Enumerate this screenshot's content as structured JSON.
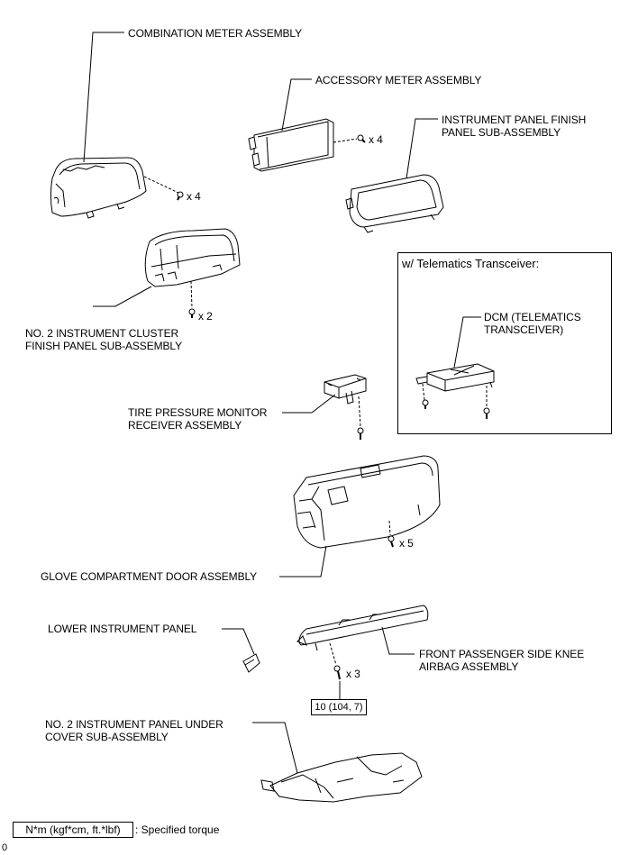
{
  "labels": {
    "combination_meter": "COMBINATION METER ASSEMBLY",
    "accessory_meter": "ACCESSORY METER ASSEMBLY",
    "ip_finish_panel": "INSTRUMENT PANEL FINISH\nPANEL SUB-ASSEMBLY",
    "no2_cluster_finish": "NO. 2 INSTRUMENT CLUSTER\nFINISH PANEL SUB-ASSEMBLY",
    "dcm": "DCM (TELEMATICS\nTRANSCEIVER)",
    "tire_pressure": "TIRE PRESSURE MONITOR\nRECEIVER ASSEMBLY",
    "glove_compartment": "GLOVE COMPARTMENT DOOR ASSEMBLY",
    "lower_ip": "LOWER INSTRUMENT PANEL",
    "knee_airbag": "FRONT PASSENGER SIDE KNEE\nAIRBAG ASSEMBLY",
    "no2_ip_under_cover": "NO. 2 INSTRUMENT PANEL UNDER\nCOVER SUB-ASSEMBLY"
  },
  "quantities": {
    "combination_meter_screws": "x 4",
    "accessory_meter_screws": "x 4",
    "cluster_finish_screws": "x 2",
    "glove_compartment_screws": "x 5",
    "knee_airbag_bolts": "x 3"
  },
  "inset_title": "w/ Telematics Transceiver:",
  "torque_spec": "10 (104, 7)",
  "legend": {
    "unit_box": "N*m (kgf*cm, ft.*lbf)",
    "description": ": Specified torque"
  },
  "corner_code": "0"
}
